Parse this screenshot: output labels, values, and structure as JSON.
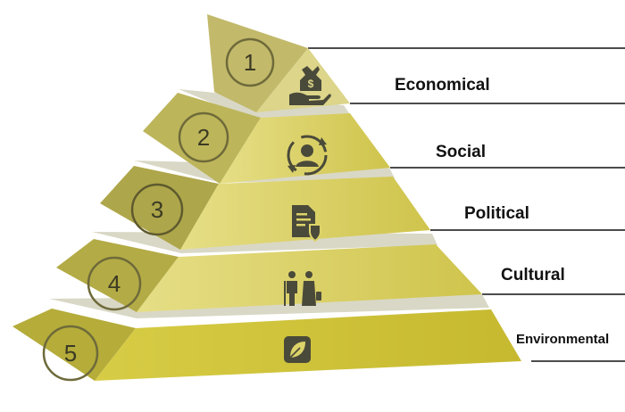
{
  "levels": [
    {
      "number": "1",
      "label": "Economical",
      "icon": "money-hand-icon"
    },
    {
      "number": "2",
      "label": "Social",
      "icon": "user-refresh-icon"
    },
    {
      "number": "3",
      "label": "Political",
      "icon": "document-shield-icon"
    },
    {
      "number": "4",
      "label": "Cultural",
      "icon": "people-icon"
    },
    {
      "number": "5",
      "label": "Environmental",
      "icon": "leaf-icon"
    }
  ],
  "colors": {
    "front_face": "#dcd369",
    "side_face": "#b3ab45",
    "badge_ring": "#6e6a3a",
    "separator": "#d9d8c6",
    "icon": "#4a4a3a"
  }
}
